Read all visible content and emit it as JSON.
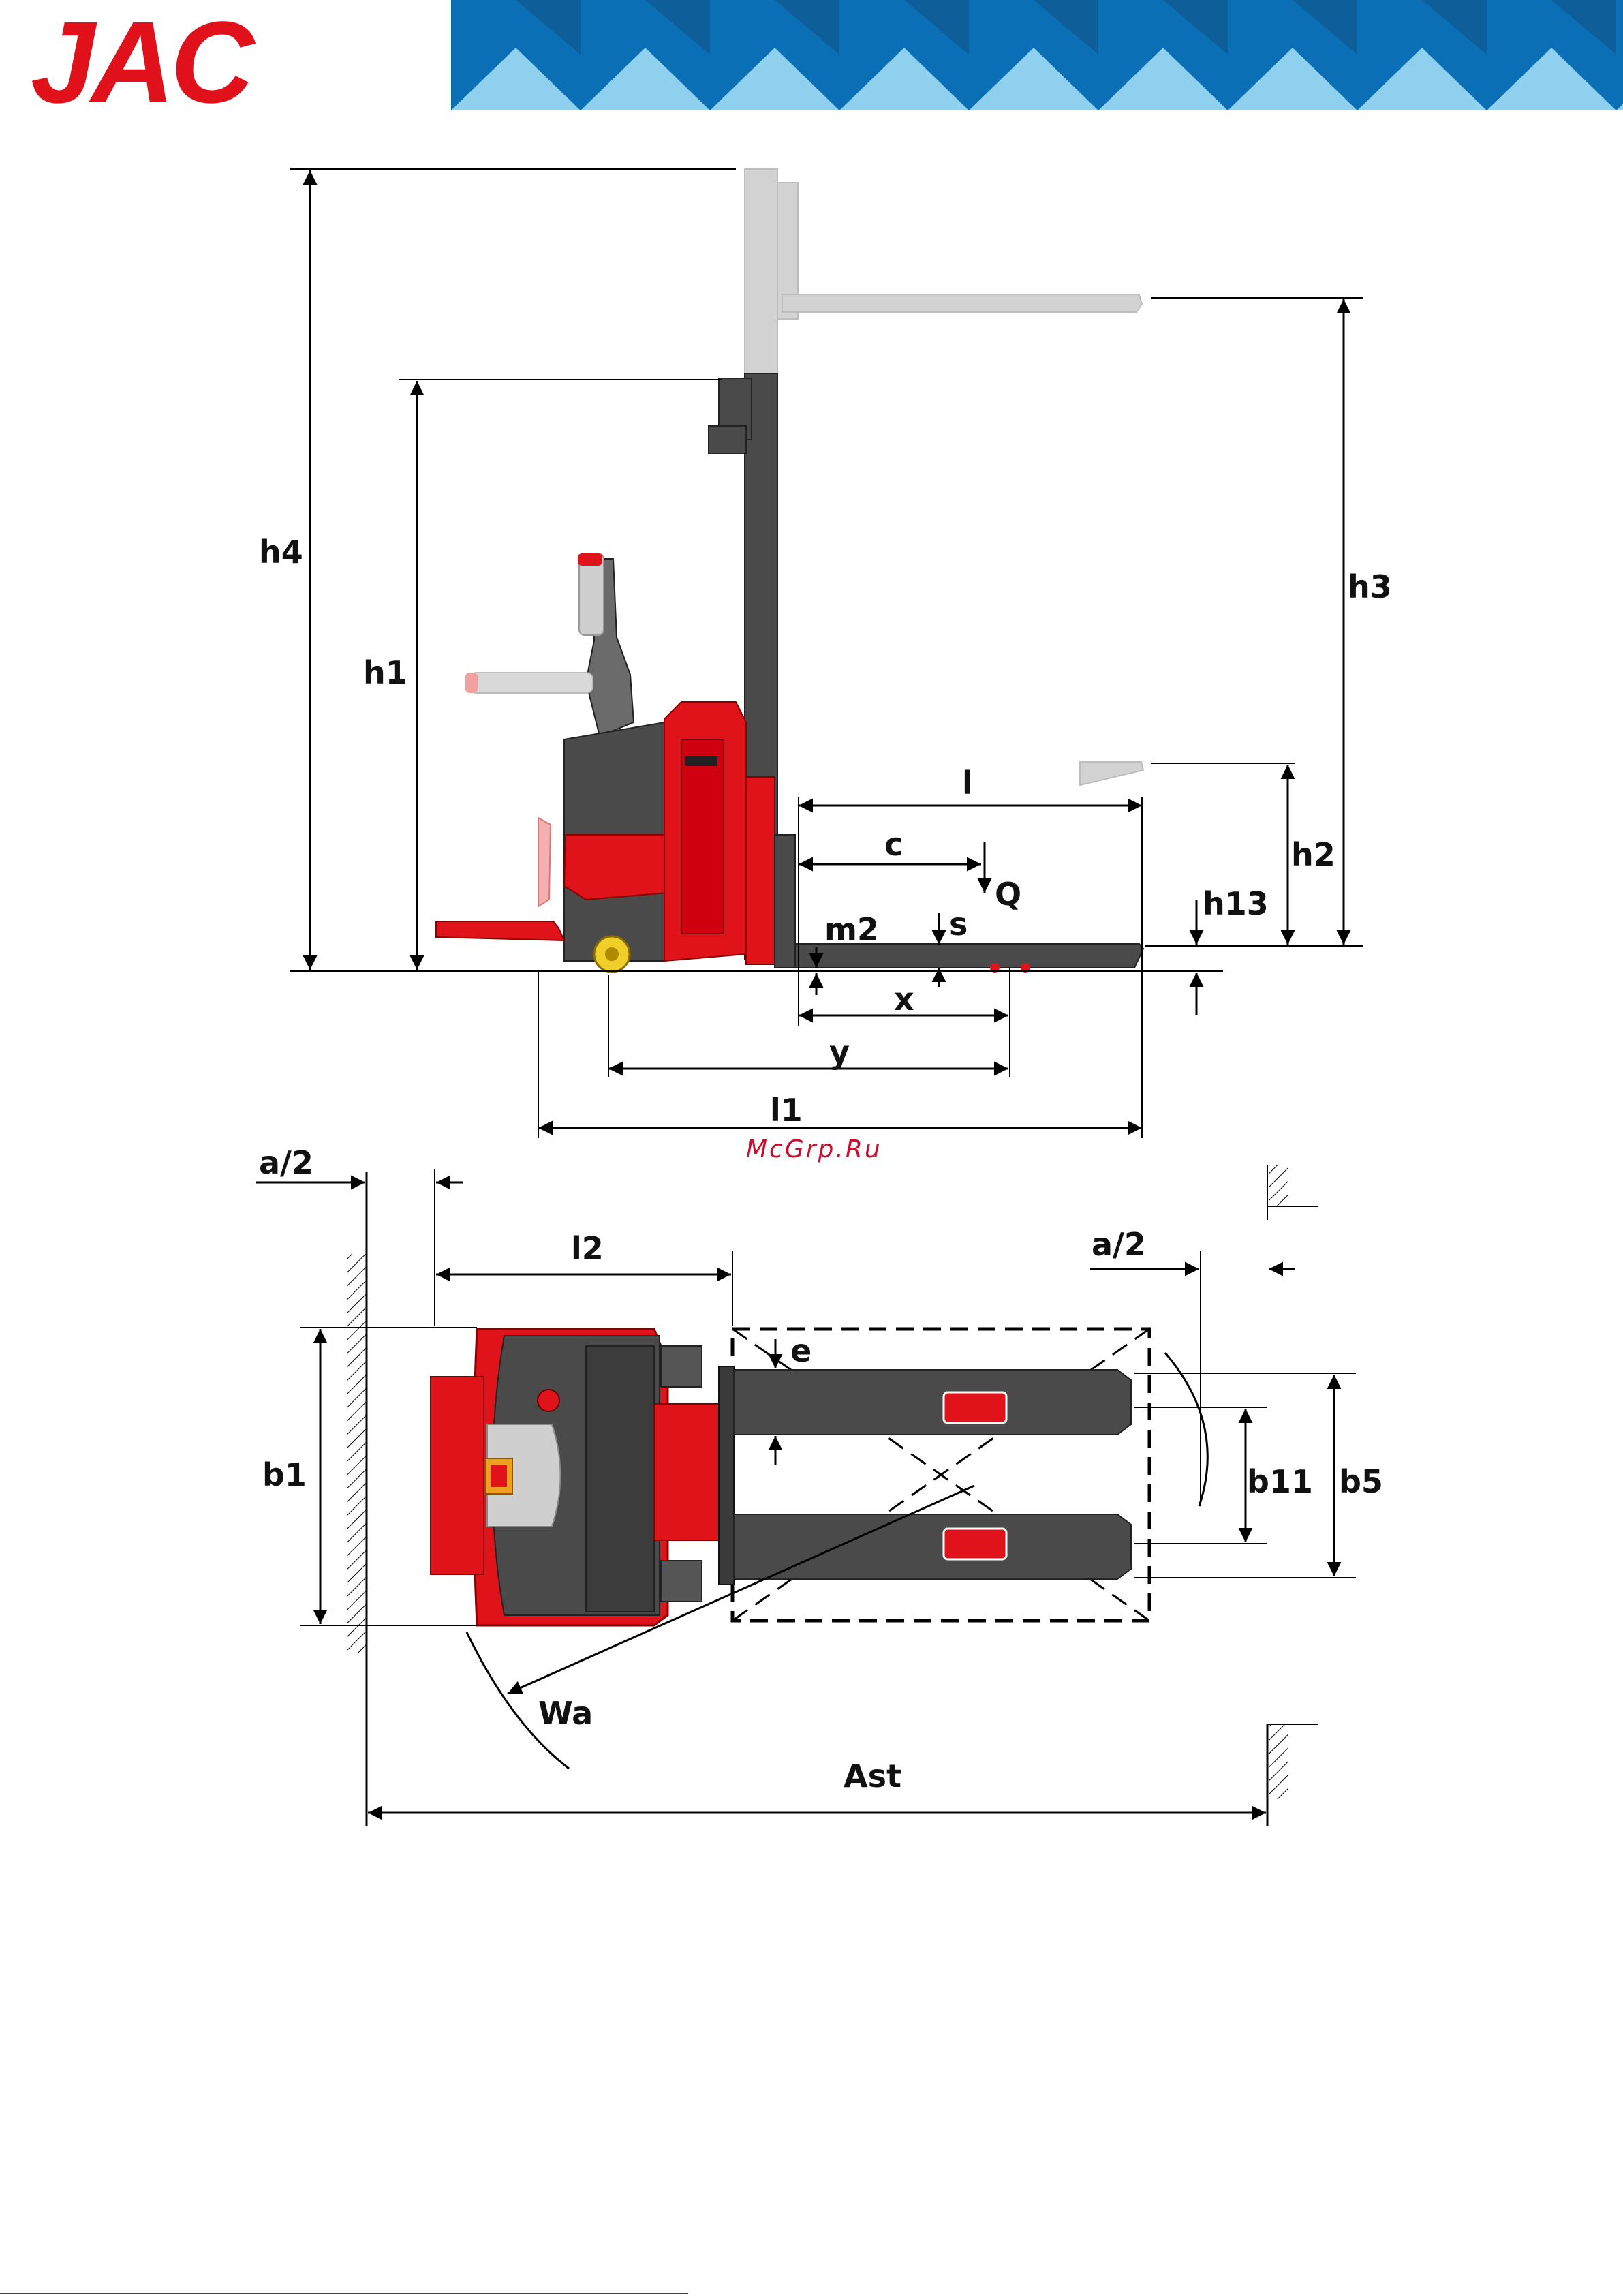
{
  "header": {
    "brand": "JAC"
  },
  "watermark": "McGrp.Ru",
  "colors": {
    "brand_red": "#e0111b",
    "banner_dark": "#0a6fb4",
    "banner_light": "#8fd0ef",
    "body_dark": "#4a4a4a"
  },
  "side_view_labels": {
    "h4": "h4",
    "h1": "h1",
    "h3": "h3",
    "h2": "h2",
    "h13": "h13",
    "l": "l",
    "c": "c",
    "Q": "Q",
    "s": "s",
    "m2": "m2",
    "x": "x",
    "y": "y",
    "l1": "l1"
  },
  "top_view_labels": {
    "a2_left": "a/2",
    "l2": "l2",
    "a2_right": "a/2",
    "e": "e",
    "b1": "b1",
    "b11": "b11",
    "b5": "b5",
    "Wa": "Wa",
    "Ast": "Ast"
  }
}
